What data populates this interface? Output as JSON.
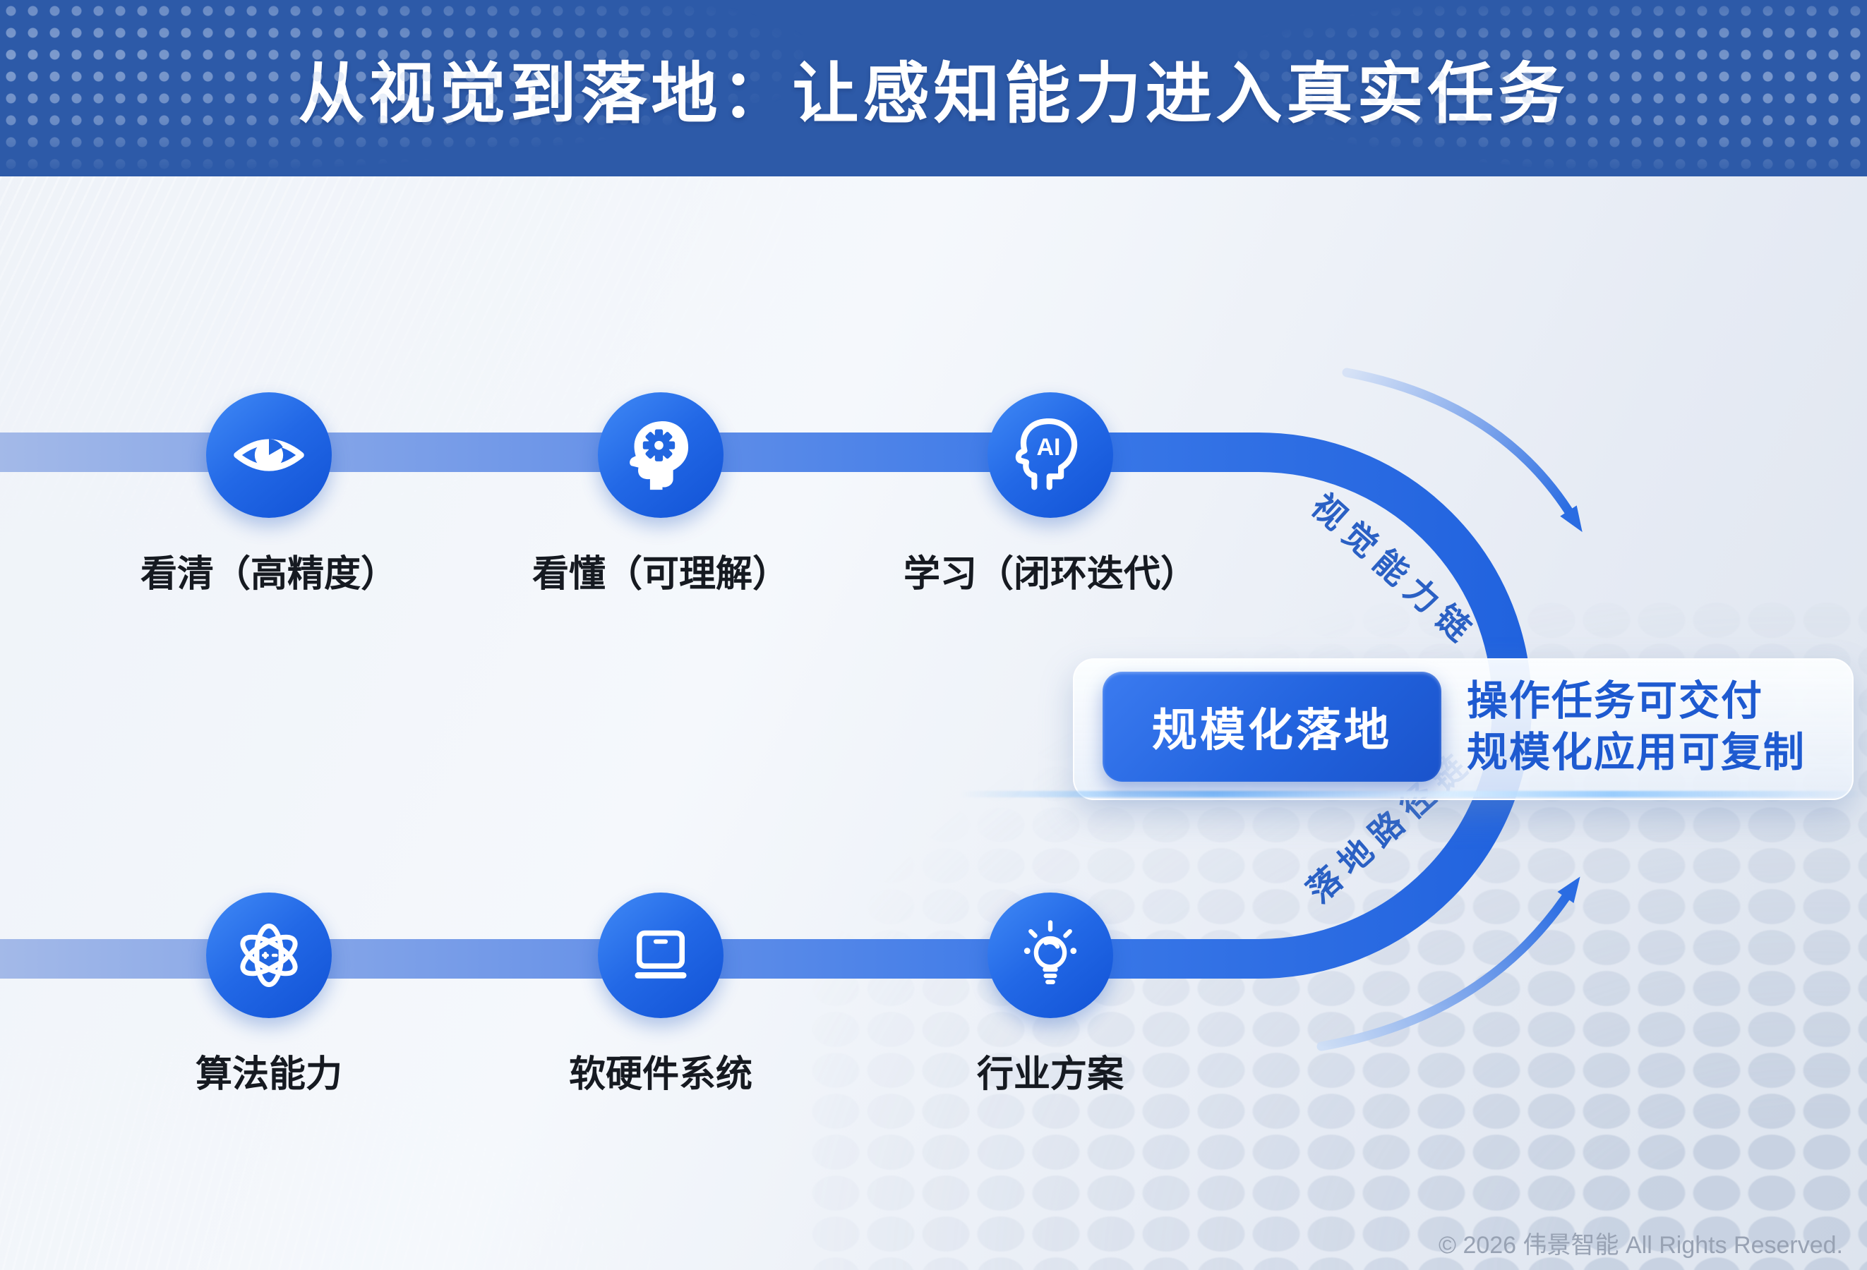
{
  "header": {
    "title": "从视觉到落地：让感知能力进入真实任务"
  },
  "top_chain": {
    "label": "视觉能力链",
    "steps": [
      {
        "icon": "eye-icon",
        "label": "看清（高精度）"
      },
      {
        "icon": "brain-gear-icon",
        "label": "看懂（可理解）"
      },
      {
        "icon": "ai-head-icon",
        "label": "学习（闭环迭代）"
      }
    ]
  },
  "bottom_chain": {
    "label": "落地路径链",
    "steps": [
      {
        "icon": "atom-icon",
        "label": "算法能力"
      },
      {
        "icon": "laptop-icon",
        "label": "软硬件系统"
      },
      {
        "icon": "bulb-icon",
        "label": "行业方案"
      }
    ]
  },
  "result": {
    "button_label": "规模化落地",
    "deliverable_lines": [
      "操作任务可交付",
      "规模化应用可复制"
    ]
  },
  "icons": {
    "ai_text": "AI"
  },
  "footer": {
    "copyright": "© 2026 伟景智能 All Rights Reserved."
  },
  "colors": {
    "header_bg": "#2d5aa8",
    "band_light": "#a3b9e8",
    "band_dark": "#2062de",
    "icon_circle_blue": "#2268e6",
    "button_blue": "#2263de",
    "deliverable_text_blue": "#1e5ad0",
    "chain_text_blue": "#2a60c4",
    "label_text": "#161a21",
    "copyright_gray": "#98a2b3"
  }
}
